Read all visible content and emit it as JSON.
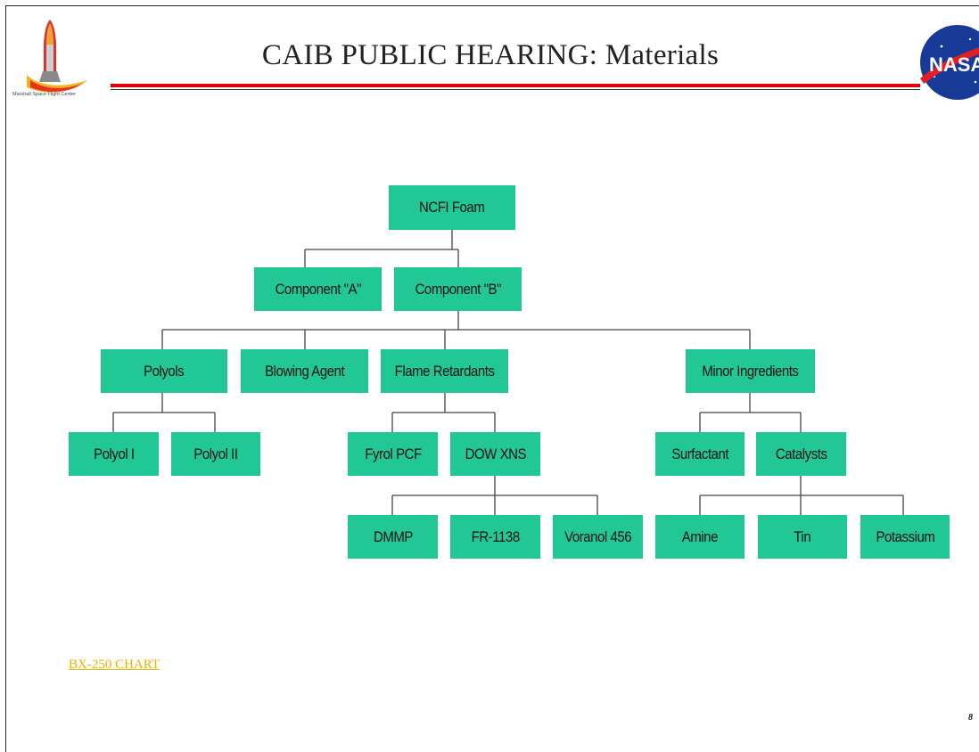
{
  "header": {
    "title": "CAIB PUBLIC HEARING:  Materials",
    "msfc_caption": "Marshall Space Flight Center",
    "nasa_logo_text": "NASA"
  },
  "diagram": {
    "nodes": {
      "root": "NCFI Foam",
      "comp_a": "Component \"A\"",
      "comp_b": "Component \"B\"",
      "polyols": "Polyols",
      "blowing": "Blowing Agent",
      "flame": "Flame Retardants",
      "minor": "Minor Ingredients",
      "polyol1": "Polyol I",
      "polyol2": "Polyol II",
      "fyrol": "Fyrol PCF",
      "dow": "DOW XNS",
      "surfactant": "Surfactant",
      "catalysts": "Catalysts",
      "dmmp": "DMMP",
      "fr1138": "FR-1138",
      "voranol": "Voranol 456",
      "amine": "Amine",
      "tin": "Tin",
      "potassium": "Potassium"
    },
    "node_color": "#21c895",
    "line_color": "#444444"
  },
  "footer": {
    "link_text": "BX-250 CHART",
    "link_color": "#e8b400",
    "page_number": "8"
  }
}
